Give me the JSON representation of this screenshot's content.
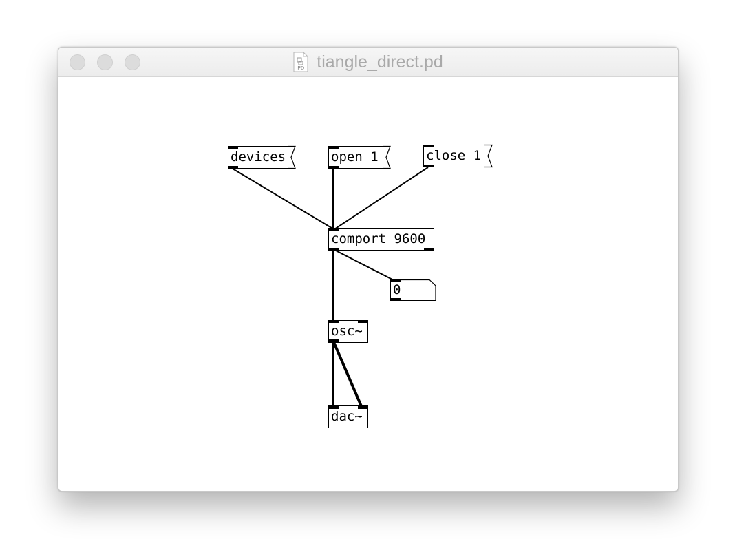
{
  "window": {
    "title": "tiangle_direct.pd",
    "file_icon_label": "PD",
    "file_icon": "pd-file-icon"
  },
  "patch": {
    "msg_devices": "devices",
    "msg_open": "open 1",
    "msg_close": "close 1",
    "obj_comport": "comport 9600",
    "number_value": "0",
    "obj_osc": "osc~",
    "obj_dac": "dac~"
  },
  "colors": {
    "ink": "#000000",
    "titlebar": "#ececec",
    "title_text": "#a9a9a9"
  }
}
